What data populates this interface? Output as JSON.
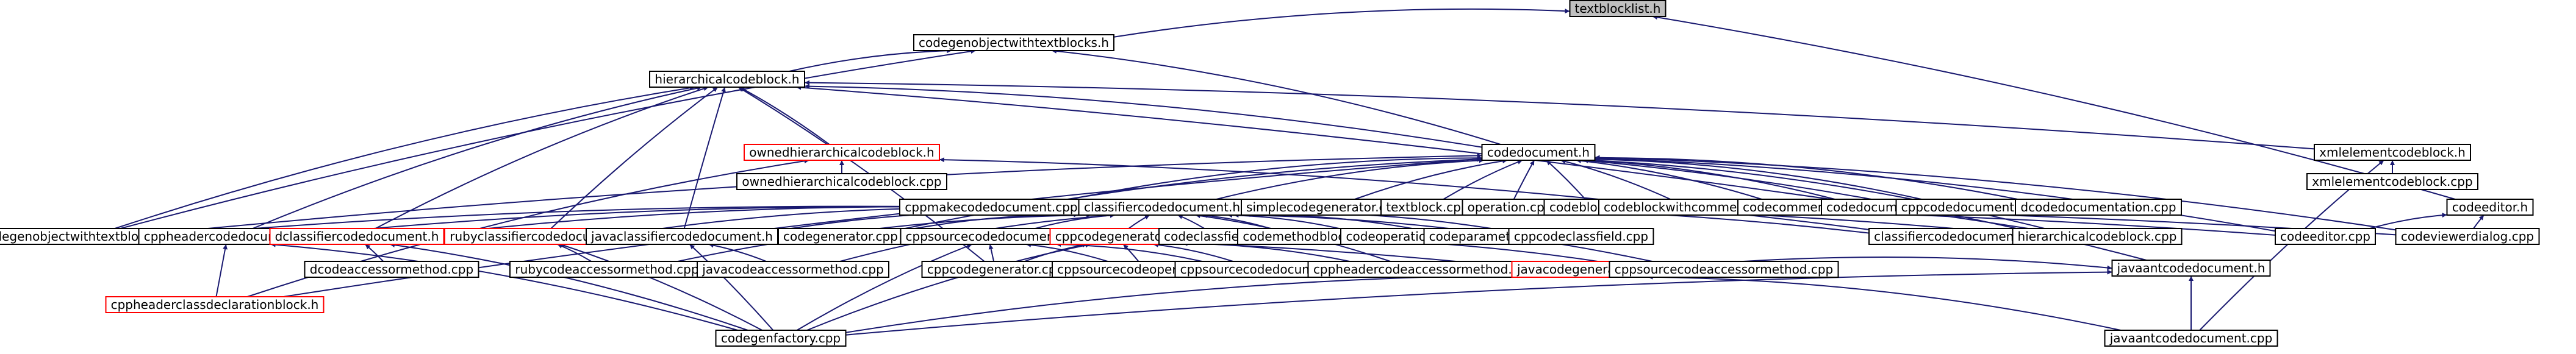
{
  "title": "",
  "colors": {
    "edge": "#191970",
    "node_border": "#000000",
    "node_fill": "#ffffff",
    "root_fill": "#bfbfbf",
    "undocumented_border": "#ff0000"
  },
  "nodes": [
    {
      "id": "textblocklist_h",
      "label": "textblocklist.h",
      "style": "root"
    },
    {
      "id": "codegenobjectwithtextblocks_h",
      "label": "codegenobjectwithtextblocks.h",
      "style": "normal"
    },
    {
      "id": "hierarchicalcodeblock_h",
      "label": "hierarchicalcodeblock.h",
      "style": "normal"
    },
    {
      "id": "codedocument_h",
      "label": "codedocument.h",
      "style": "normal"
    },
    {
      "id": "ownedhierarchicalcodeblock_h",
      "label": "ownedhierarchicalcodeblock.h",
      "style": "red"
    },
    {
      "id": "ownedhierarchicalcodeblock_cpp",
      "label": "ownedhierarchicalcodeblock.cpp",
      "style": "normal"
    },
    {
      "id": "xmlelementcodeblock_h",
      "label": "xmlelementcodeblock.h",
      "style": "normal"
    },
    {
      "id": "xmlelementcodeblock_cpp",
      "label": "xmlelementcodeblock.cpp",
      "style": "normal"
    },
    {
      "id": "codeeditor_h",
      "label": "codeeditor.h",
      "style": "normal"
    },
    {
      "id": "codeeditor_cpp",
      "label": "codeeditor.cpp",
      "style": "normal"
    },
    {
      "id": "codeviewerdialog_cpp",
      "label": "codeviewerdialog.cpp",
      "style": "normal"
    },
    {
      "id": "cppmakecodedocument_cpp",
      "label": "cppmakecodedocument.cpp",
      "style": "normal"
    },
    {
      "id": "classifiercodedocument_h",
      "label": "classifiercodedocument.h",
      "style": "normal"
    },
    {
      "id": "simplecodegenerator_cpp",
      "label": "simplecodegenerator.cpp",
      "style": "normal"
    },
    {
      "id": "textblock_cpp",
      "label": "textblock.cpp",
      "style": "normal"
    },
    {
      "id": "operation_cpp",
      "label": "operation.cpp",
      "style": "normal"
    },
    {
      "id": "codeblock_cpp",
      "label": "codeblock.cpp",
      "style": "normal"
    },
    {
      "id": "codeblockwithcomments_cpp",
      "label": "codeblockwithcomments.cpp",
      "style": "normal"
    },
    {
      "id": "codecomment_cpp",
      "label": "codecomment.cpp",
      "style": "normal"
    },
    {
      "id": "codedocument_cpp",
      "label": "codedocument.cpp",
      "style": "normal"
    },
    {
      "id": "cppcodedocumentation_cpp",
      "label": "cppcodedocumentation.cpp",
      "style": "normal"
    },
    {
      "id": "dcodedocumentation_cpp",
      "label": "dcodedocumentation.cpp",
      "style": "normal"
    },
    {
      "id": "codegenobjectwithtextblocks_cpp",
      "label": "codegenobjectwithtextblocks.cpp",
      "style": "normal"
    },
    {
      "id": "cppheadercodedocument_h",
      "label": "cppheadercodedocument.h",
      "style": "normal"
    },
    {
      "id": "dclassifiercodedocument_h",
      "label": "dclassifiercodedocument.h",
      "style": "red"
    },
    {
      "id": "rubyclassifiercodedocument_h",
      "label": "rubyclassifiercodedocument.h",
      "style": "red"
    },
    {
      "id": "javaclassifiercodedocument_h",
      "label": "javaclassifiercodedocument.h",
      "style": "normal"
    },
    {
      "id": "codegenerator_cpp",
      "label": "codegenerator.cpp",
      "style": "normal"
    },
    {
      "id": "cppsourcecodedocument_h",
      "label": "cppsourcecodedocument.h",
      "style": "normal"
    },
    {
      "id": "cppcodegenerator_h",
      "label": "cppcodegenerator.h",
      "style": "red"
    },
    {
      "id": "codeclassfield_cpp",
      "label": "codeclassfield.cpp",
      "style": "normal"
    },
    {
      "id": "codemethodblock_cpp",
      "label": "codemethodblock.cpp",
      "style": "normal"
    },
    {
      "id": "codeoperation_cpp",
      "label": "codeoperation.cpp",
      "style": "normal"
    },
    {
      "id": "codeparameter_cpp",
      "label": "codeparameter.cpp",
      "style": "normal"
    },
    {
      "id": "cppcodeclassfield_cpp",
      "label": "cppcodeclassfield.cpp",
      "style": "normal"
    },
    {
      "id": "classifiercodedocument_cpp",
      "label": "classifiercodedocument.cpp",
      "style": "normal"
    },
    {
      "id": "hierarchicalcodeblock_cpp",
      "label": "hierarchicalcodeblock.cpp",
      "style": "normal"
    },
    {
      "id": "javaantcodedocument_h",
      "label": "javaantcodedocument.h",
      "style": "normal"
    },
    {
      "id": "cppheaderclassdeclarationblock_h",
      "label": "cppheaderclassdeclarationblock.h",
      "style": "red"
    },
    {
      "id": "dcodeaccessormethod_cpp",
      "label": "dcodeaccessormethod.cpp",
      "style": "normal"
    },
    {
      "id": "rubycodeaccessormethod_cpp",
      "label": "rubycodeaccessormethod.cpp",
      "style": "normal"
    },
    {
      "id": "javacodeaccessormethod_cpp",
      "label": "javacodeaccessormethod.cpp",
      "style": "normal"
    },
    {
      "id": "cppcodegenerator_cpp",
      "label": "cppcodegenerator.cpp",
      "style": "normal"
    },
    {
      "id": "cppsourcecodeoperation_cpp",
      "label": "cppsourcecodeoperation.cpp",
      "style": "normal"
    },
    {
      "id": "cppsourcecodedocument_cpp",
      "label": "cppsourcecodedocument.cpp",
      "style": "normal"
    },
    {
      "id": "cppheadercodeaccessormethod_cpp",
      "label": "cppheadercodeaccessormethod.cpp",
      "style": "normal"
    },
    {
      "id": "javacodegenerator_h",
      "label": "javacodegenerator.h",
      "style": "red"
    },
    {
      "id": "cppsourcecodeaccessormethod_cpp",
      "label": "cppsourcecodeaccessormethod.cpp",
      "style": "normal"
    },
    {
      "id": "codegenfactory_cpp",
      "label": "codegenfactory.cpp",
      "style": "normal"
    },
    {
      "id": "javaantcodedocument_cpp",
      "label": "javaantcodedocument.cpp",
      "style": "normal"
    }
  ],
  "edges": [
    [
      "textblocklist_h",
      "codegenobjectwithtextblocks_h"
    ],
    [
      "textblocklist_h",
      "codeeditor_h"
    ],
    [
      "codegenobjectwithtextblocks_h",
      "hierarchicalcodeblock_h"
    ],
    [
      "codegenobjectwithtextblocks_h",
      "codedocument_h"
    ],
    [
      "codegenobjectwithtextblocks_h",
      "codegenobjectwithtextblocks_cpp"
    ],
    [
      "hierarchicalcodeblock_h",
      "codedocument_h"
    ],
    [
      "hierarchicalcodeblock_h",
      "ownedhierarchicalcodeblock_h"
    ],
    [
      "hierarchicalcodeblock_h",
      "xmlelementcodeblock_h"
    ],
    [
      "hierarchicalcodeblock_h",
      "codegenobjectwithtextblocks_cpp"
    ],
    [
      "hierarchicalcodeblock_h",
      "cppheadercodedocument_h"
    ],
    [
      "hierarchicalcodeblock_h",
      "dclassifiercodedocument_h"
    ],
    [
      "hierarchicalcodeblock_h",
      "rubyclassifiercodedocument_h"
    ],
    [
      "hierarchicalcodeblock_h",
      "javaclassifiercodedocument_h"
    ],
    [
      "hierarchicalcodeblock_h",
      "hierarchicalcodeblock_cpp"
    ],
    [
      "hierarchicalcodeblock_h",
      "cppcodegenerator_cpp"
    ],
    [
      "ownedhierarchicalcodeblock_h",
      "ownedhierarchicalcodeblock_cpp"
    ],
    [
      "ownedhierarchicalcodeblock_h",
      "cppheaderclassdeclarationblock_h"
    ],
    [
      "ownedhierarchicalcodeblock_h",
      "classifiercodedocument_cpp"
    ],
    [
      "codedocument_h",
      "cppmakecodedocument_cpp"
    ],
    [
      "codedocument_h",
      "classifiercodedocument_h"
    ],
    [
      "codedocument_h",
      "simplecodegenerator_cpp"
    ],
    [
      "codedocument_h",
      "textblock_cpp"
    ],
    [
      "codedocument_h",
      "operation_cpp"
    ],
    [
      "codedocument_h",
      "codeblock_cpp"
    ],
    [
      "codedocument_h",
      "codeblockwithcomments_cpp"
    ],
    [
      "codedocument_h",
      "codecomment_cpp"
    ],
    [
      "codedocument_h",
      "codedocument_cpp"
    ],
    [
      "codedocument_h",
      "cppcodedocumentation_cpp"
    ],
    [
      "codedocument_h",
      "dcodedocumentation_cpp"
    ],
    [
      "codedocument_h",
      "codegenerator_cpp"
    ],
    [
      "codedocument_h",
      "codeeditor_cpp"
    ],
    [
      "codedocument_h",
      "codeviewerdialog_cpp"
    ],
    [
      "codedocument_h",
      "javaantcodedocument_h"
    ],
    [
      "codedocument_h",
      "hierarchicalcodeblock_cpp"
    ],
    [
      "codedocument_h",
      "codegenobjectwithtextblocks_cpp"
    ],
    [
      "codedocument_h",
      "cppheaderclassdeclarationblock_h"
    ],
    [
      "xmlelementcodeblock_h",
      "xmlelementcodeblock_cpp"
    ],
    [
      "xmlelementcodeblock_h",
      "javaantcodedocument_cpp"
    ],
    [
      "codeeditor_h",
      "codeeditor_cpp"
    ],
    [
      "codeeditor_h",
      "codeviewerdialog_cpp"
    ],
    [
      "classifiercodedocument_h",
      "cppheadercodedocument_h"
    ],
    [
      "classifiercodedocument_h",
      "dclassifiercodedocument_h"
    ],
    [
      "classifiercodedocument_h",
      "rubyclassifiercodedocument_h"
    ],
    [
      "classifiercodedocument_h",
      "javaclassifiercodedocument_h"
    ],
    [
      "classifiercodedocument_h",
      "codegenerator_cpp"
    ],
    [
      "classifiercodedocument_h",
      "cppsourcecodedocument_h"
    ],
    [
      "classifiercodedocument_h",
      "cppcodegenerator_h"
    ],
    [
      "classifiercodedocument_h",
      "codeclassfield_cpp"
    ],
    [
      "classifiercodedocument_h",
      "codemethodblock_cpp"
    ],
    [
      "classifiercodedocument_h",
      "codeoperation_cpp"
    ],
    [
      "classifiercodedocument_h",
      "codeparameter_cpp"
    ],
    [
      "classifiercodedocument_h",
      "cppcodeclassfield_cpp"
    ],
    [
      "classifiercodedocument_h",
      "classifiercodedocument_cpp"
    ],
    [
      "classifiercodedocument_h",
      "hierarchicalcodeblock_cpp"
    ],
    [
      "classifiercodedocument_h",
      "codeeditor_cpp"
    ],
    [
      "classifiercodedocument_h",
      "codeviewerdialog_cpp"
    ],
    [
      "classifiercodedocument_h",
      "codegenobjectwithtextblocks_cpp"
    ],
    [
      "classifiercodedocument_h",
      "rubycodeaccessormethod_cpp"
    ],
    [
      "classifiercodedocument_h",
      "javacodeaccessormethod_cpp"
    ],
    [
      "classifiercodedocument_h",
      "cppsourcecodeaccessormethod_cpp"
    ],
    [
      "classifiercodedocument_h",
      "cppheadercodeaccessormethod_cpp"
    ],
    [
      "cppheadercodedocument_h",
      "cppheaderclassdeclarationblock_h"
    ],
    [
      "cppheadercodedocument_h",
      "codegenfactory_cpp"
    ],
    [
      "dclassifiercodedocument_h",
      "dcodeaccessormethod_cpp"
    ],
    [
      "dclassifiercodedocument_h",
      "codegenfactory_cpp"
    ],
    [
      "rubyclassifiercodedocument_h",
      "rubycodeaccessormethod_cpp"
    ],
    [
      "rubyclassifiercodedocument_h",
      "codegenfactory_cpp"
    ],
    [
      "javaclassifiercodedocument_h",
      "javacodeaccessormethod_cpp"
    ],
    [
      "javaclassifiercodedocument_h",
      "javacodegenerator_h"
    ],
    [
      "javaclassifiercodedocument_h",
      "codegenfactory_cpp"
    ],
    [
      "cppsourcecodedocument_h",
      "cppcodegenerator_cpp"
    ],
    [
      "cppsourcecodedocument_h",
      "cppsourcecodeoperation_cpp"
    ],
    [
      "cppsourcecodedocument_h",
      "cppsourcecodedocument_cpp"
    ],
    [
      "cppsourcecodedocument_h",
      "codegenfactory_cpp"
    ],
    [
      "cppcodegenerator_h",
      "cppcodegenerator_cpp"
    ],
    [
      "cppcodegenerator_h",
      "cppsourcecodeoperation_cpp"
    ],
    [
      "cppcodegenerator_h",
      "cppsourcecodedocument_cpp"
    ],
    [
      "cppcodegenerator_h",
      "cppheadercodeaccessormethod_cpp"
    ],
    [
      "cppcodegenerator_h",
      "cppsourcecodeaccessormethod_cpp"
    ],
    [
      "cppcodegenerator_h",
      "codegenfactory_cpp"
    ],
    [
      "javaantcodedocument_h",
      "javacodegenerator_h"
    ],
    [
      "javaantcodedocument_h",
      "javaantcodedocument_cpp"
    ],
    [
      "javaantcodedocument_h",
      "codegenfactory_cpp"
    ],
    [
      "javacodegenerator_h",
      "codegenfactory_cpp"
    ],
    [
      "javacodegenerator_h",
      "javaantcodedocument_cpp"
    ]
  ]
}
